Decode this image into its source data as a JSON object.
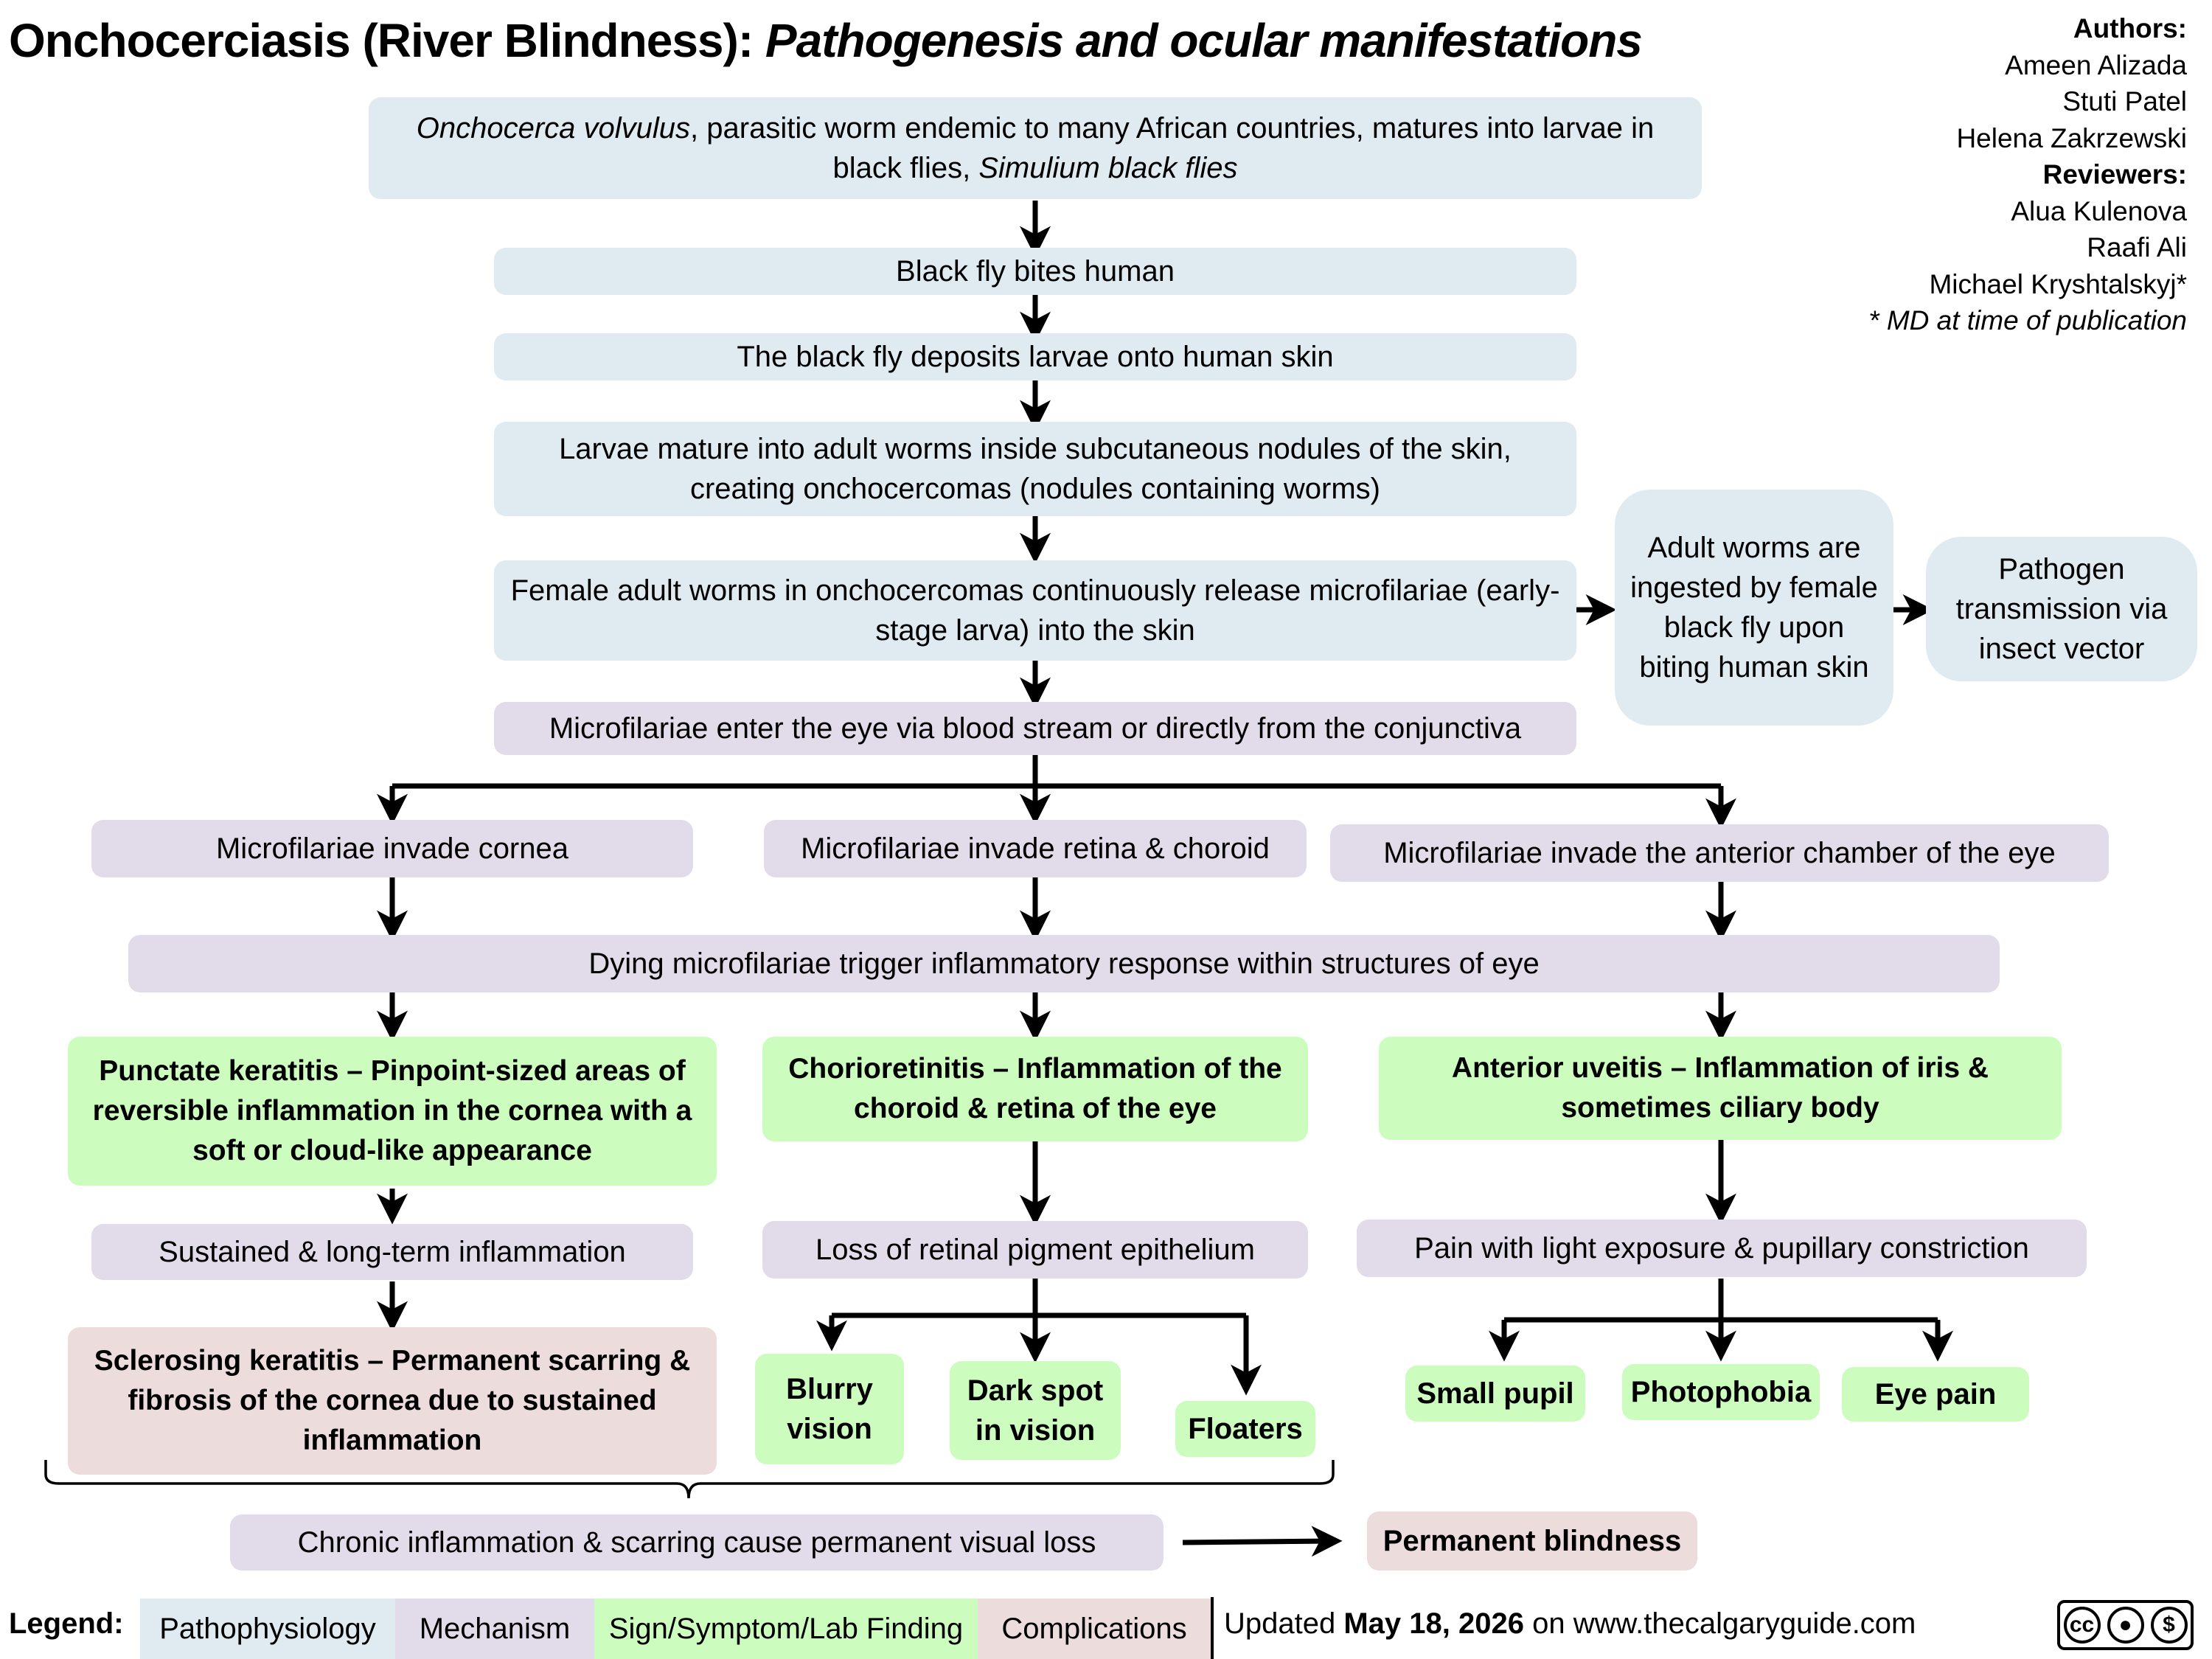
{
  "title": {
    "main": "Onchocerciasis (River Blindness): ",
    "sub": "Pathogenesis and ocular manifestations"
  },
  "credits": {
    "authors_label": "Authors:",
    "authors": [
      "Ameen Alizada",
      "Stuti Patel",
      "Helena Zakrzewski"
    ],
    "reviewers_label": "Reviewers:",
    "reviewers": [
      "Alua Kulenova",
      "Raafi Ali",
      "Michael Kryshtalskyj*"
    ],
    "note": "* MD at time of publication"
  },
  "nodes": {
    "n1_italic": "Onchocerca volvulus",
    "n1_text": ", parasitic worm endemic to many African countries, matures into larvae in black flies, ",
    "n1_italic2": "Simulium black flies",
    "n2": "Black fly bites human",
    "n3": "The black fly deposits larvae onto human skin",
    "n4": "Larvae mature into adult worms inside subcutaneous nodules of the skin, creating onchocercomas (nodules containing worms)",
    "n5": "Female adult worms in onchocercomas continuously release microfilariae (early-stage larva) into the skin",
    "side1": "Adult worms are ingested by female black fly upon biting human skin",
    "side2": "Pathogen transmission via insect vector",
    "n6": "Microfilariae enter the eye via blood stream or directly from the conjunctiva",
    "cornea": "Microfilariae invade cornea",
    "retina": "Microfilariae invade retina & choroid",
    "anterior": "Microfilariae invade the anterior chamber of the eye",
    "dying": "Dying microfilariae trigger inflammatory response within structures of eye",
    "punctate": "Punctate keratitis – Pinpoint-sized areas of reversible inflammation in the cornea with a soft or cloud-like appearance",
    "chorio": "Chorioretinitis – Inflammation of the choroid & retina of the eye",
    "uveitis": "Anterior uveitis – Inflammation of iris & sometimes ciliary body",
    "sustained": "Sustained & long-term inflammation",
    "loss_rpe": "Loss of retinal pigment epithelium",
    "pain_light": "Pain with light exposure & pupillary constriction",
    "sclerosing": "Sclerosing keratitis – Permanent scarring & fibrosis of the cornea due to sustained inflammation",
    "blurry": "Blurry vision",
    "darkspot": "Dark spot in vision",
    "floaters": "Floaters",
    "small_pupil": "Small pupil",
    "photophobia": "Photophobia",
    "eye_pain": "Eye pain",
    "chronic": "Chronic inflammation & scarring cause permanent visual loss",
    "blindness": "Permanent blindness"
  },
  "legend": {
    "label": "Legend:",
    "items": [
      "Pathophysiology",
      "Mechanism",
      "Sign/Symptom/Lab Finding",
      "Complications"
    ]
  },
  "footer": {
    "updated_prefix": "Updated ",
    "date": "May 18, 2026",
    "site": " on www.thecalgaryguide.com",
    "license_icons": [
      "cc",
      "by",
      "nc",
      "sa"
    ]
  },
  "colors": {
    "pathophysiology": "#dfebf1",
    "mechanism": "#e2dcea",
    "sign": "#ccfdbf",
    "complication": "#ecdcdc"
  }
}
